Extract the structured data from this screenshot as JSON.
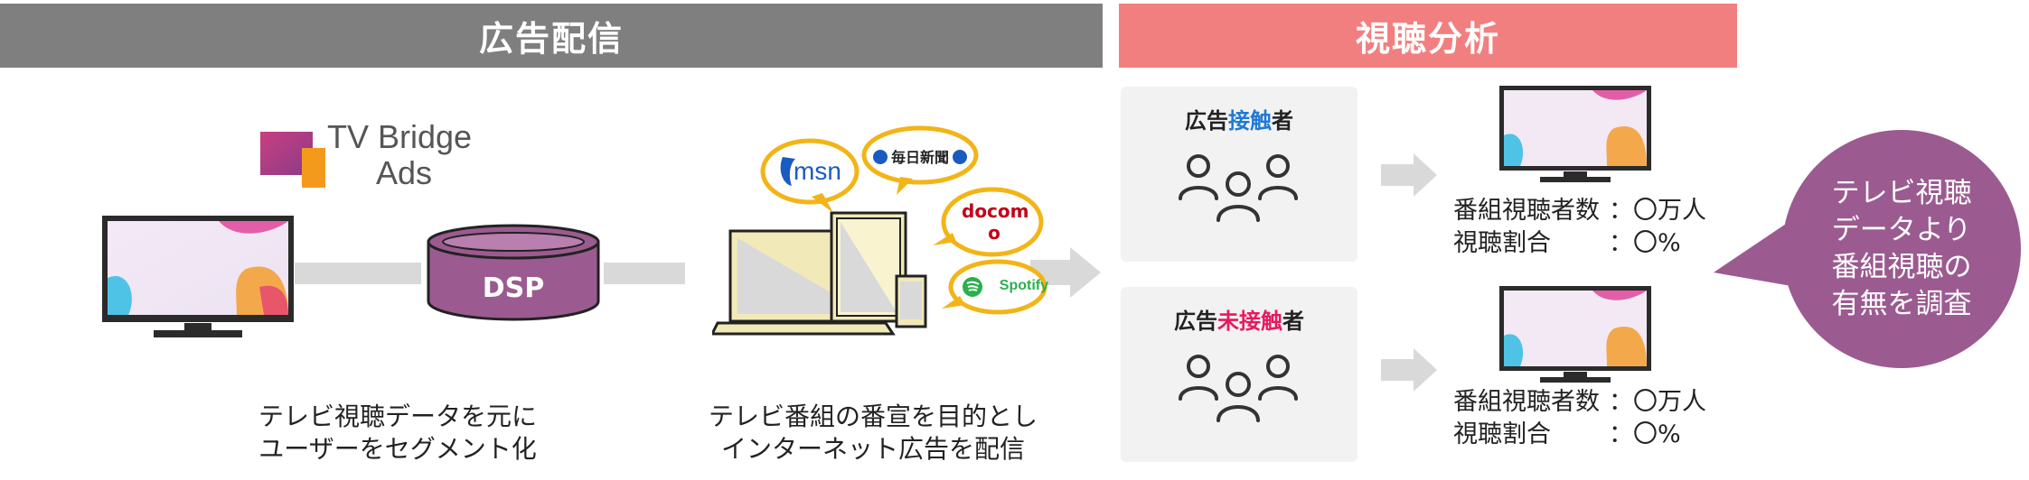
{
  "headers": {
    "left": "広告配信",
    "right": "視聴分析"
  },
  "logo": {
    "line1": "TV Bridge",
    "line2": "Ads"
  },
  "dsp": {
    "label": "DSP"
  },
  "media_bubbles": {
    "msn": "msn",
    "mainichi": "毎日新聞",
    "docomo_line1": "docom",
    "docomo_line2": "o",
    "spotify": "Spotify"
  },
  "captions": {
    "segment_line1": "テレビ視聴データを元に",
    "segment_line2": "ユーザーをセグメント化",
    "delivery_line1": "テレビ番組の番宣を目的とし",
    "delivery_line2": "インターネット広告を配信"
  },
  "panels": {
    "exposed": {
      "pre": "広告",
      "highlight": "接触",
      "post": "者"
    },
    "unexposed": {
      "pre": "広告",
      "highlight": "未接触",
      "post": "者"
    }
  },
  "stats": {
    "exposed": {
      "viewers_label": "番組視聴者数",
      "viewers_value": "：〇万人",
      "ratio_label": "視聴割合",
      "ratio_value": "：〇%"
    },
    "unexposed": {
      "viewers_label": "番組視聴者数",
      "viewers_value": "：〇万人",
      "ratio_label": "視聴割合",
      "ratio_value": "：〇%"
    }
  },
  "callout": {
    "line1": "テレビ視聴",
    "line2": "データより",
    "line3": "番組視聴の",
    "line4": "有無を調査"
  },
  "colors": {
    "header_left": "#7f7f7f",
    "header_right": "#f27f7f",
    "dsp": "#9b5b90",
    "callout": "#9b5b90",
    "bubble_border": "#f2b417",
    "highlight_blue": "#1f7ad3",
    "highlight_pink": "#e8195f"
  }
}
